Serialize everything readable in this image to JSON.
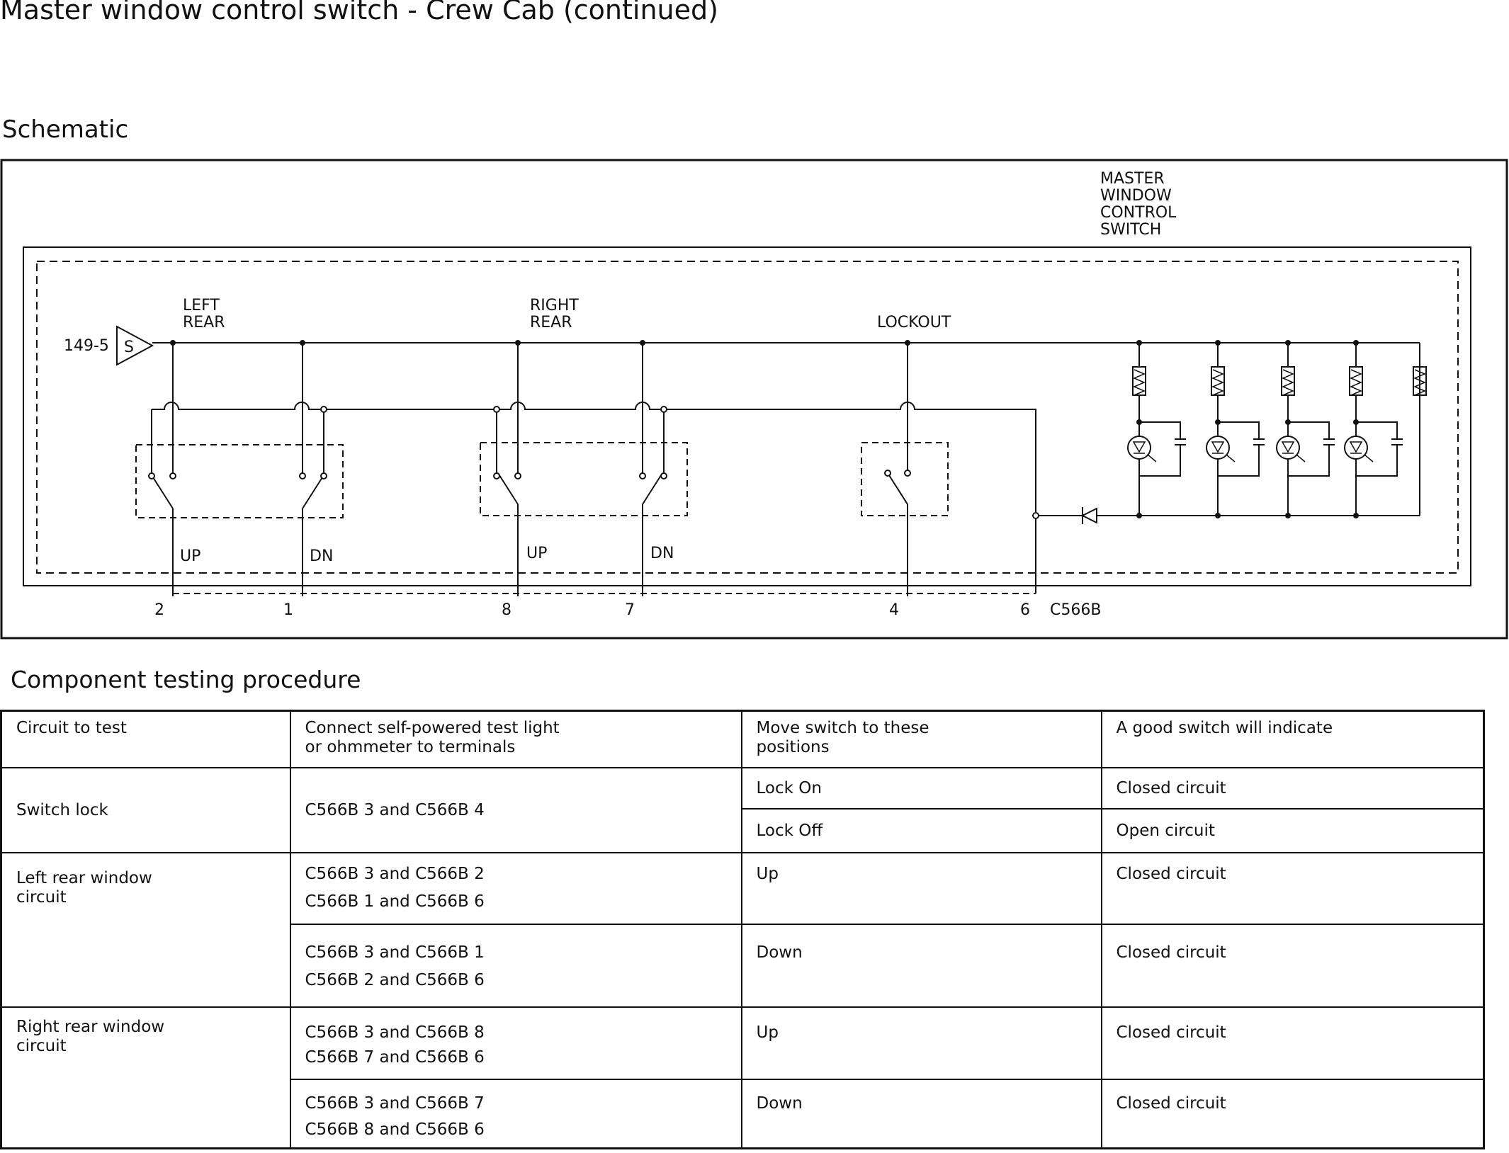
{
  "page": {
    "title": "Master window control switch - Crew Cab (continued)",
    "schematic_heading": "Schematic",
    "procedure_heading": "Component testing procedure"
  },
  "schematic": {
    "component_label": [
      "MASTER",
      "WINDOW",
      "CONTROL",
      "SWITCH"
    ],
    "input_label": "149-5",
    "input_symbol": "S",
    "switch_groups": [
      {
        "label": [
          "LEFT",
          "REAR"
        ]
      },
      {
        "label": [
          "RIGHT",
          "REAR"
        ]
      },
      {
        "label": [
          "LOCKOUT"
        ]
      }
    ],
    "position_labels": [
      "UP",
      "DN",
      "UP",
      "DN"
    ],
    "pins": [
      "2",
      "1",
      "8",
      "7",
      "4",
      "6"
    ],
    "connector": "C566B"
  },
  "table": {
    "headers": [
      [
        "Circuit to test"
      ],
      [
        "Connect self-powered test light",
        "or ohmmeter to terminals"
      ],
      [
        "Move switch to these",
        "positions"
      ],
      [
        "A good switch will indicate"
      ]
    ],
    "groups": [
      {
        "circuit": [
          "Switch lock"
        ],
        "terminals": [
          "C566B 3 and C566B 4"
        ],
        "rows": [
          {
            "position": "Lock On",
            "result": "Closed circuit"
          },
          {
            "position": "Lock Off",
            "result": "Open circuit"
          }
        ]
      },
      {
        "circuit": [
          "Left rear window",
          "circuit"
        ],
        "rows": [
          {
            "terminals": [
              "C566B 3 and C566B 2",
              "C566B 1 and C566B 6"
            ],
            "position": "Up",
            "result": "Closed circuit"
          },
          {
            "terminals": [
              "C566B 3 and C566B 1",
              "C566B 2 and C566B 6"
            ],
            "position": "Down",
            "result": "Closed circuit"
          }
        ]
      },
      {
        "circuit": [
          "Right rear window",
          "circuit"
        ],
        "rows": [
          {
            "terminals": [
              "C566B 3 and C566B 8",
              "C566B 7 and C566B 6"
            ],
            "position": "Up",
            "result": "Closed circuit"
          },
          {
            "terminals": [
              "C566B 3 and C566B 7",
              "C566B 8 and C566B 6"
            ],
            "position": "Down",
            "result": "Closed circuit"
          }
        ]
      }
    ]
  }
}
